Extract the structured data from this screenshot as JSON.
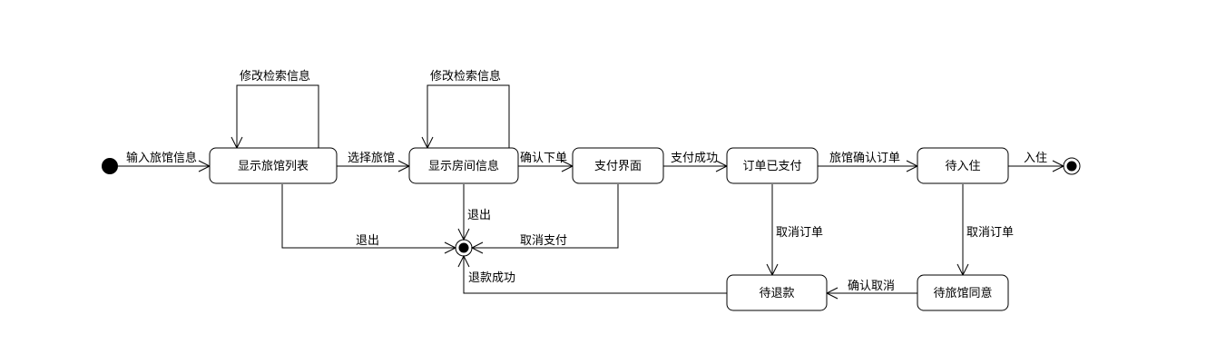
{
  "states": {
    "hotel_list": "显示旅馆列表",
    "room_info": "显示房间信息",
    "payment": "支付界面",
    "order_paid": "订单已支付",
    "awaiting_checkin": "待入住",
    "awaiting_refund": "待退款",
    "awaiting_hotel_approval": "待旅馆同意"
  },
  "transitions": {
    "input_hotel_info": "输入旅馆信息",
    "modify_search_1": "修改检索信息",
    "modify_search_2": "修改检索信息",
    "select_hotel": "选择旅馆",
    "confirm_order": "确认下单",
    "pay_success": "支付成功",
    "hotel_confirm_order": "旅馆确认订单",
    "check_in": "入住",
    "exit_from_list": "退出",
    "exit_from_room": "退出",
    "cancel_payment": "取消支付",
    "cancel_order_1": "取消订单",
    "cancel_order_2": "取消订单",
    "confirm_cancel": "确认取消",
    "refund_success": "退款成功"
  }
}
